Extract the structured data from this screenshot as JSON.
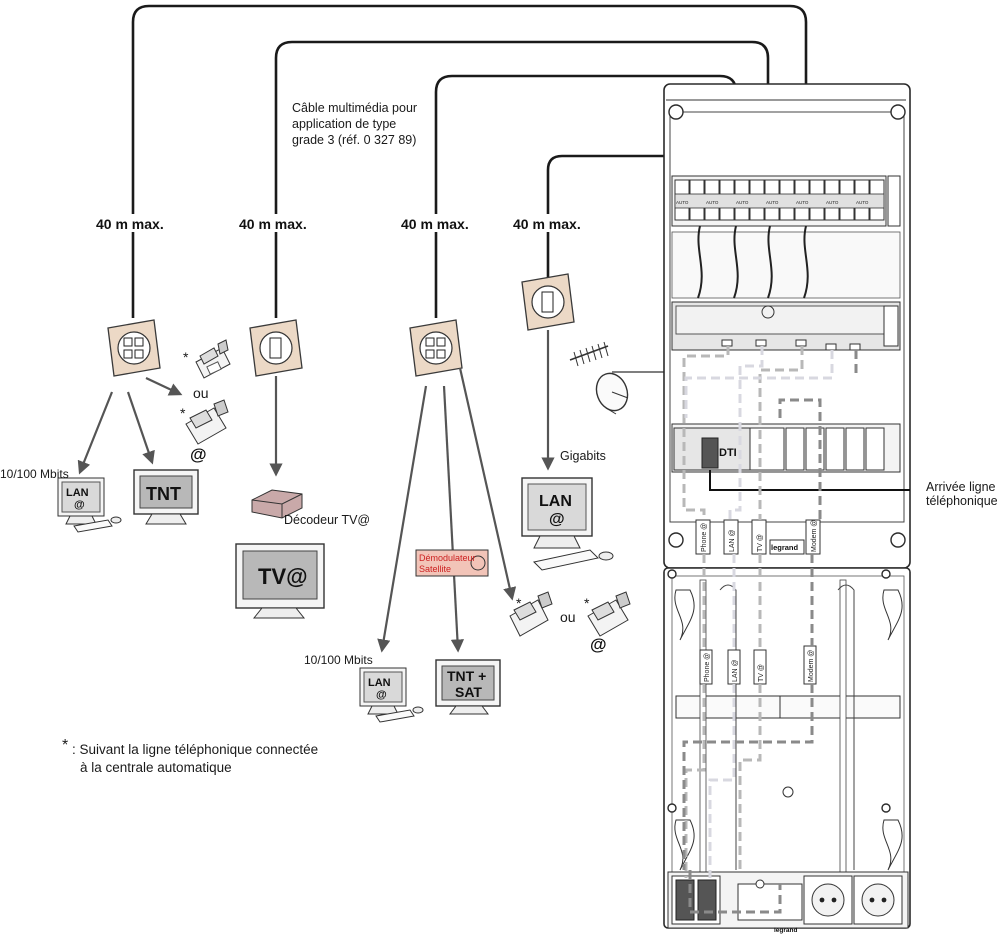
{
  "labels": {
    "cable_note": [
      "Câble multimédia pour",
      "application de type",
      "grade 3 (réf. 0 327 89)"
    ],
    "max1": "40 m max.",
    "max2": "40 m max.",
    "max3": "40 m max.",
    "max4": "40 m max.",
    "ou1": "ou",
    "ou2": "ou",
    "star": "*",
    "at": "@",
    "mbits1": "10/100 Mbits",
    "mbits2": "10/100 Mbits",
    "gigabits": "Gigabits",
    "decodeur": "Décodeur TV@",
    "demod": [
      "Démodulateur",
      "Satellite"
    ],
    "arrivee": [
      "Arrivée ligne",
      "téléphonique"
    ],
    "footnote": [
      ": Suivant la ligne téléphonique connectée",
      "à la centrale automatique"
    ],
    "dti": "DTI",
    "legrand": "legrand",
    "brand_bottom": "legrand"
  },
  "screens": {
    "lan": "LAN",
    "tnt": "TNT",
    "tvat": "TV@",
    "tntsat": [
      "TNT +",
      "SAT"
    ]
  },
  "sockets_top": [
    "Phone @",
    "LAN @",
    "TV @",
    "Modem @"
  ],
  "sockets_mid": [
    "Phone @",
    "LAN @",
    "TV @",
    "Modem @"
  ],
  "breaker_label": "AUTO",
  "colors": {
    "plate": "#ecd9c6",
    "demod_fill": "#f2c4b8",
    "demod_text": "#cc2222",
    "dashes": [
      "#b8b8b8",
      "#d8d8e0",
      "#8a8a8a"
    ]
  }
}
